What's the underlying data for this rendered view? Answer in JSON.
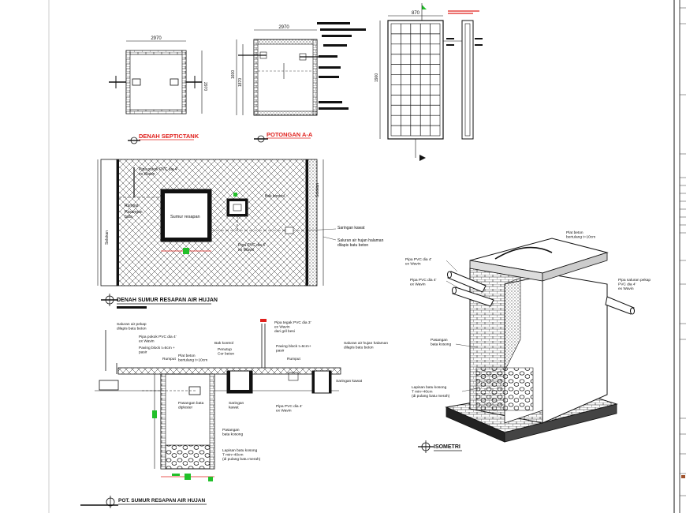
{
  "plan_septic": {
    "title": "DENAH SEPTICTANK",
    "dim_top": "2970",
    "dim_side": "2970",
    "title_color": "#e0201c"
  },
  "section_aa": {
    "title": "POTONGAN A-A",
    "dim_top": "2970",
    "dim_side": "1600",
    "dim_side2": "1870",
    "title_color": "#e0201c"
  },
  "grate": {
    "dim_top": "870",
    "dim_side": "1900"
  },
  "plan_infiltration": {
    "title": "DENAH SUMUR RESAPAN AIR HUJAN",
    "labels": {
      "pipe_in": "Pipa pokok PVC dia 4'\nex Wavin",
      "rumput": "Rumput",
      "pasangan_bata": "Pasangan\nbata",
      "sumur": "Sumur resapan",
      "bak_kontrol": "Bak kontrol",
      "saringan": "Saringan kawat",
      "pipe_mid": "Pipa PVC dia 4'\nex Wavin",
      "saluran": "Saluran air hujan halaman\ndilapis batu beton",
      "gutter_left": "Selokan",
      "gutter_right": "Selokan"
    }
  },
  "section_infiltration": {
    "title": "POT. SUMUR RESAPAN AIR HUJAN",
    "labels": {
      "saluran_pekap": "Saluran air pekap\ndilapis batu beton",
      "pipa_pokok": "Pipa pokok PVC dia 4'\nex Wavin",
      "paving": "Paving block t=6cm +\npasir",
      "rumput": "Rumput",
      "plat": "Plat beton\nbertulang t=10cm",
      "bak_kontrol": "Bak kontrol",
      "penutup": "Penutup\nCor beton",
      "pipa_tegak": "Pipa tegak PVC dia 3'\nex Wavin\ndari gril besi",
      "paving2": "Paving block t=6cm+\npasir",
      "rumput2": "Rumput",
      "saluran_halaman": "Saluran air hujan halaman\ndilapis batu beton",
      "saringan_kawat": "Saringan kawat",
      "pasangan_diplester": "Pasangan bata\ndiplester",
      "saringan2": "Saringan\nkawat",
      "pipa_pvc": "Pipa PVC dia 4'\nex Wavin",
      "pasangan_kosong": "Pasangan\nbata kosong",
      "lapisan": "Lapisan batu kosong\nT min=40cm\n(di pulang batu merah)"
    }
  },
  "isometric": {
    "title": "ISOMETRI",
    "labels": {
      "plat": "Plat beton\nbertulang t=10cm",
      "pipa1": "Pipa PVC dia 4'\nex Wavin",
      "pipa2": "Pipa PVC dia 4'\nex Wavin",
      "pipa_right": "Pipa saluran pekap\nPVC dia 4'\nex Wavin",
      "pasangan": "Pasangan\nbata kosong",
      "lapisan": "Lapisan batu kosong\nT min=40cm\n(di pulang batu merah)"
    }
  },
  "colors": {
    "line": "#111111",
    "accent_red": "#e0201c",
    "marker_green": "#22c02a"
  }
}
